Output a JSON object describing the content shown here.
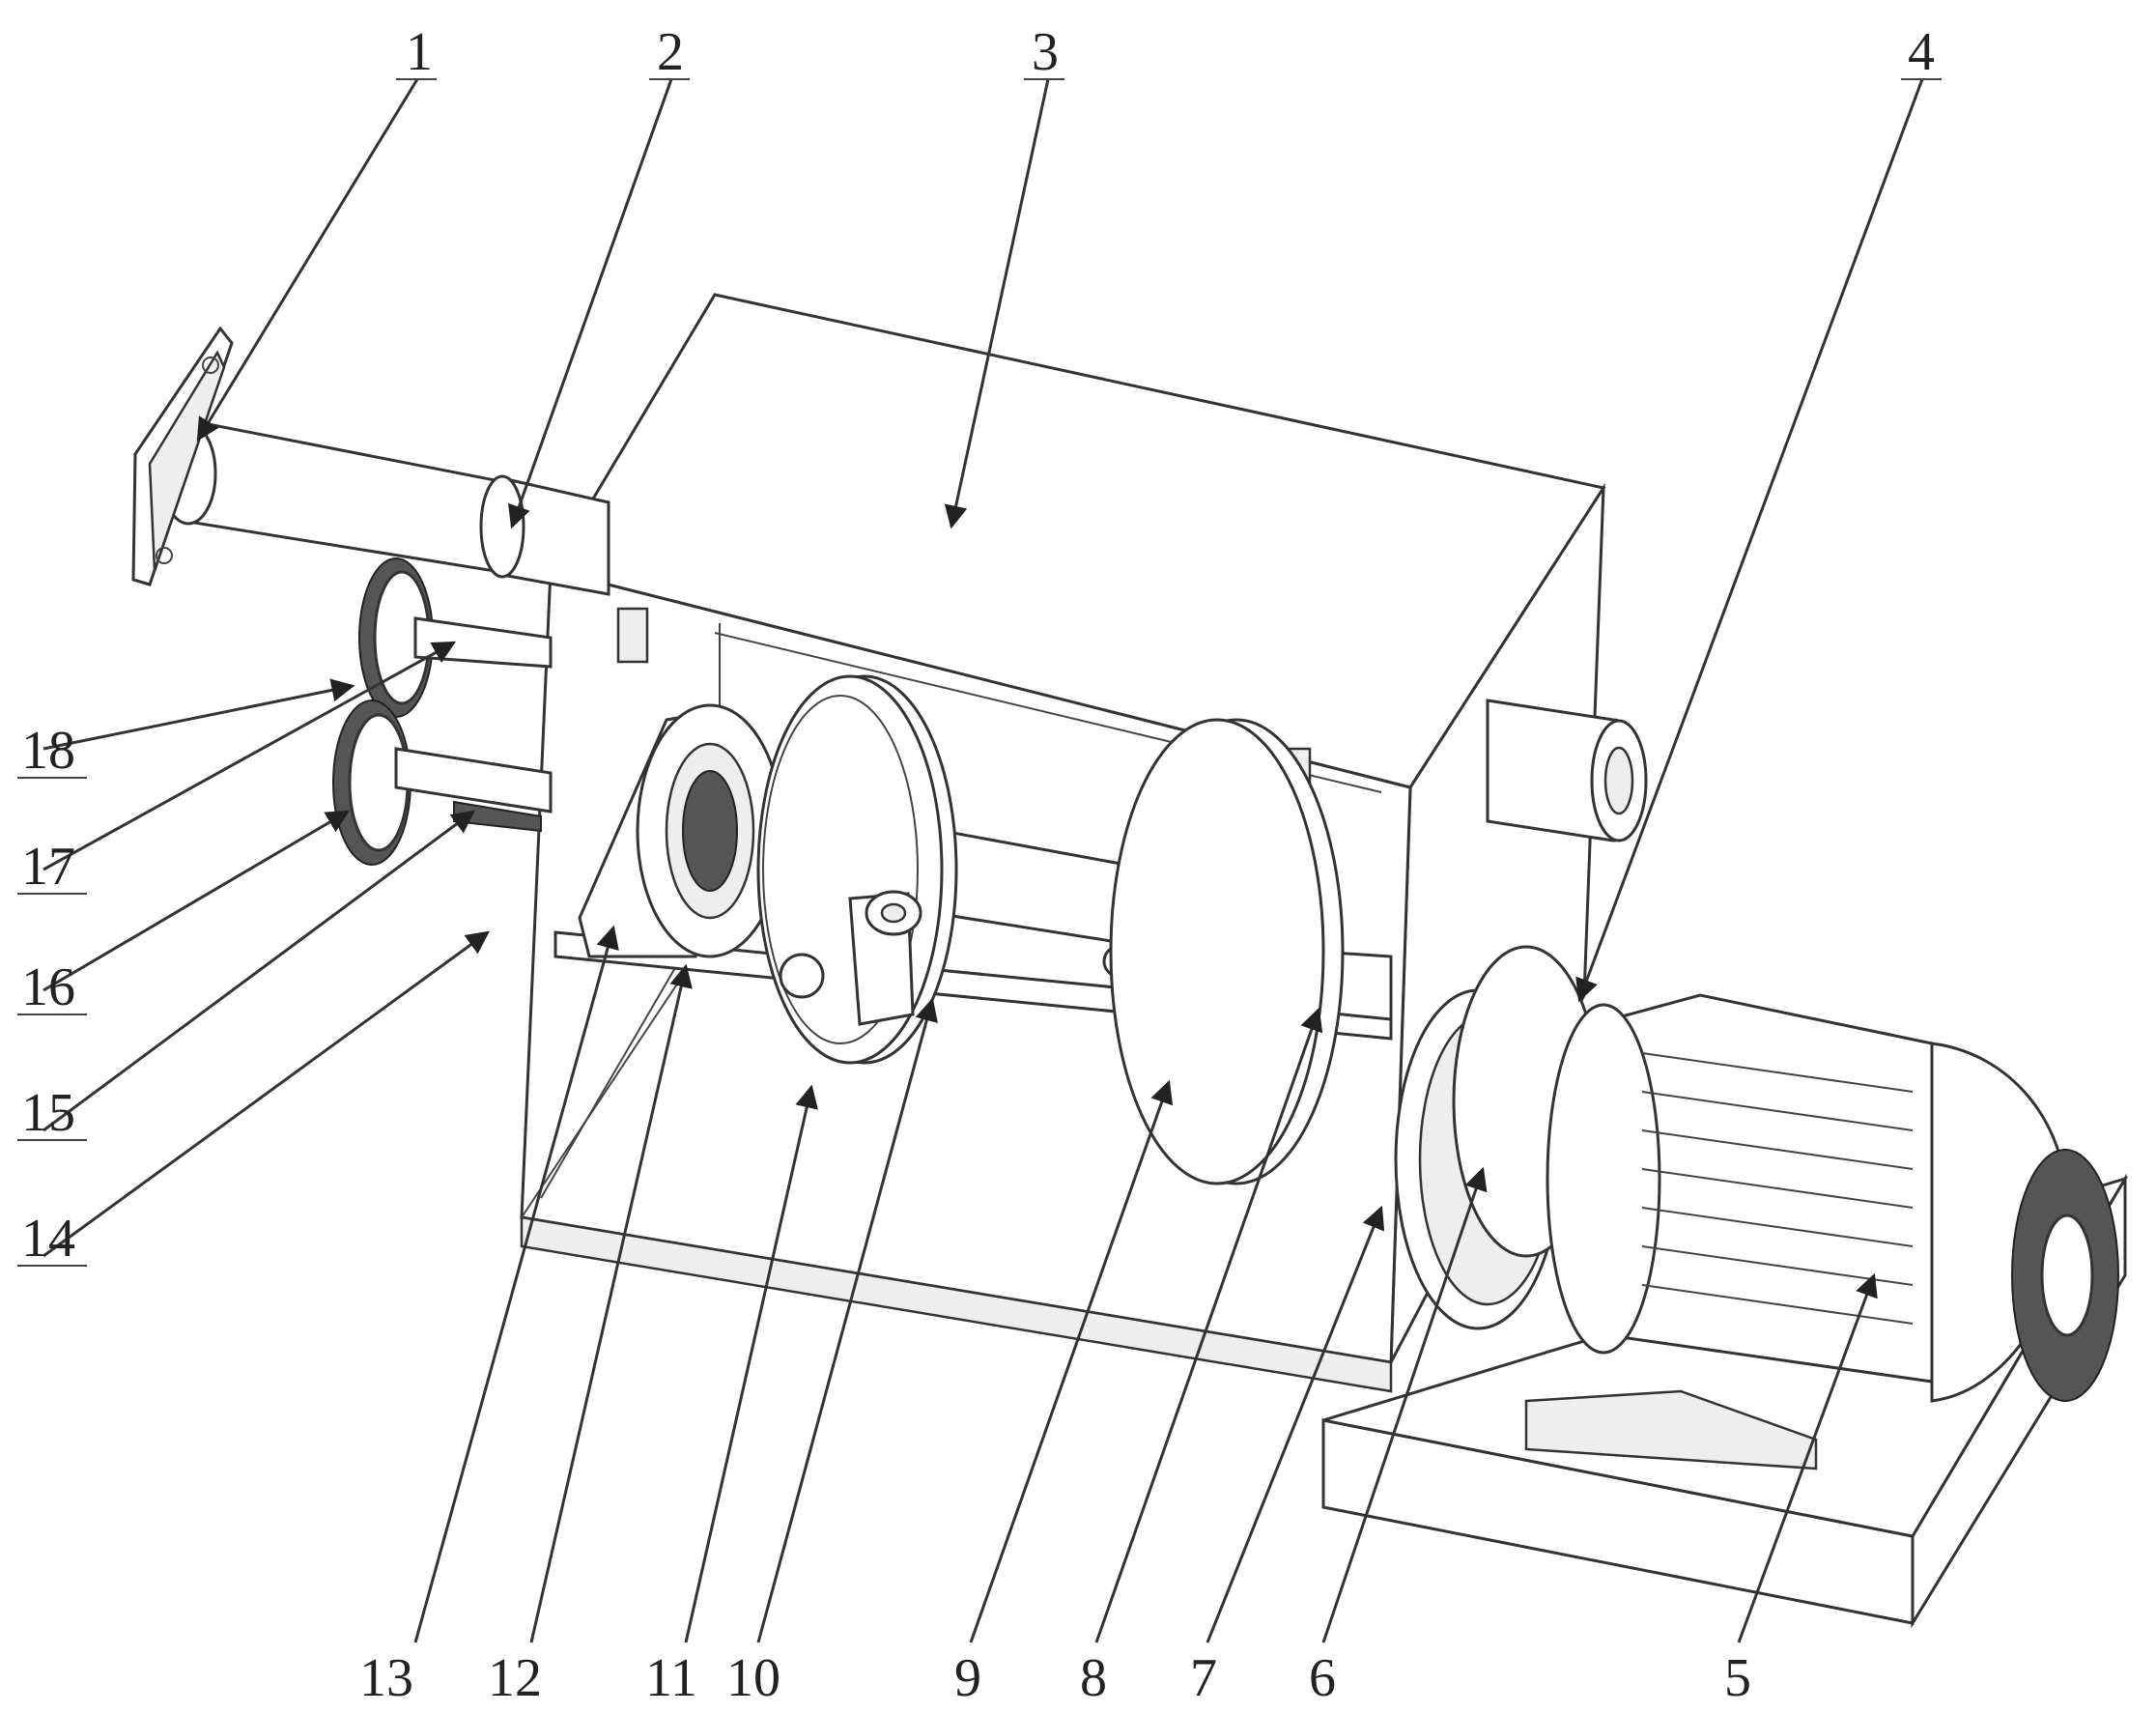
{
  "labels": {
    "l1": "1",
    "l2": "2",
    "l3": "3",
    "l4": "4",
    "l5": "5",
    "l6": "6",
    "l7": "7",
    "l8": "8",
    "l9": "9",
    "l10": "10",
    "l11": "11",
    "l12": "12",
    "l13": "13",
    "l14": "14",
    "l15": "15",
    "l16": "16",
    "l17": "17",
    "l18": "18"
  },
  "colors": {
    "line": "#333333",
    "fill": "#ffffff",
    "shade": "#eeeeee",
    "dark": "#555555"
  }
}
